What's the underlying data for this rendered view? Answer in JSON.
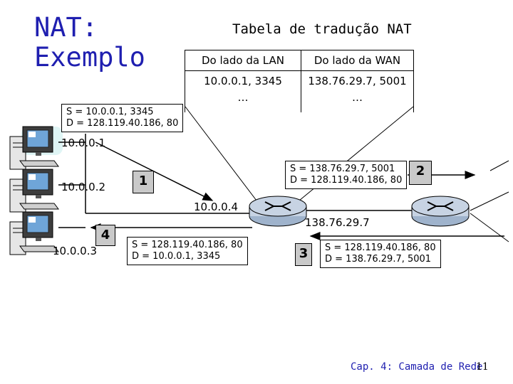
{
  "slide": {
    "title_line1": "NAT:",
    "title_line2": "Exemplo",
    "footer": "Cap. 4: Camada de Rede",
    "page_number": "11"
  },
  "table": {
    "title": "Tabela de tradução NAT",
    "headers": [
      "Do lado da LAN",
      "Do lado da WAN"
    ],
    "row": [
      "10.0.0.1, 3345",
      "138.76.29.7, 5001"
    ],
    "ellipsis": [
      "…",
      "…"
    ]
  },
  "packets": {
    "p1": {
      "src": "S = 10.0.0.1, 3345",
      "dst": "D = 128.119.40.186, 80"
    },
    "p2": {
      "src": "S = 138.76.29.7, 5001",
      "dst": "D = 128.119.40.186, 80"
    },
    "p3": {
      "src": "S = 128.119.40.186, 80",
      "dst": "D = 138.76.29.7, 5001"
    },
    "p4": {
      "src": "S = 128.119.40.186, 80",
      "dst": "D = 10.0.0.1, 3345"
    }
  },
  "steps": {
    "s1": "1",
    "s2": "2",
    "s3": "3",
    "s4": "4"
  },
  "hosts": {
    "h1": "10.0.0.1",
    "h2": "10.0.0.2",
    "h3": "10.0.0.3"
  },
  "router": {
    "lan_ip": "10.0.0.4",
    "wan_ip": "138.76.29.7"
  },
  "colors": {
    "title": "#1f1fb0",
    "badge": "#c9c9c9",
    "arrow": "#000000",
    "router_body": "#c7d3e3"
  },
  "icons": {
    "host": "desktop-computer-icon",
    "router": "router-icon"
  }
}
